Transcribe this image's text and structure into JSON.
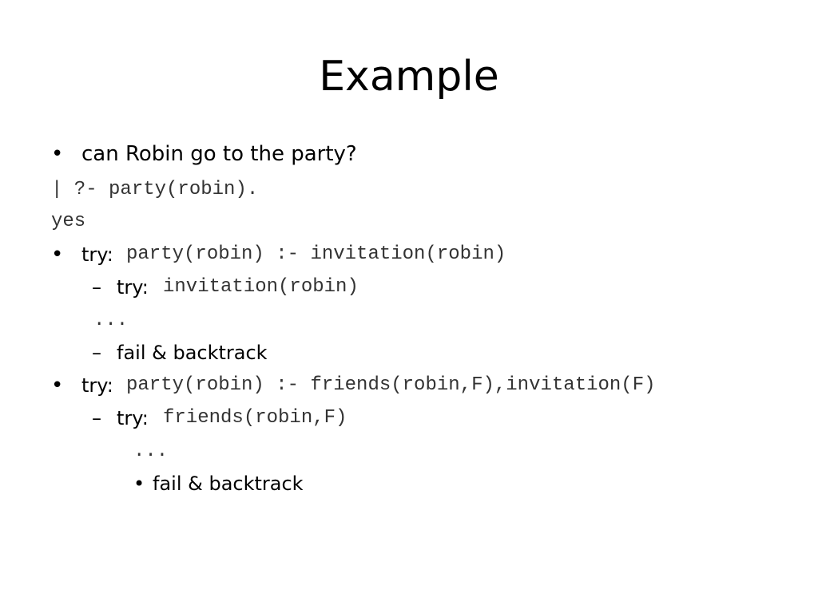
{
  "slide": {
    "title": "Example",
    "lines": [
      {
        "marker": "•",
        "text": "can Robin go to the party?"
      },
      {
        "code": "| ?- party(robin)."
      },
      {
        "code": "yes"
      },
      {
        "marker": "•",
        "label": "try:",
        "code": "party(robin) :- invitation(robin)"
      },
      {
        "marker": "–",
        "label": "try:",
        "code": "invitation(robin)"
      },
      {
        "code": "..."
      },
      {
        "marker": "–",
        "text": "fail & backtrack"
      },
      {
        "marker": "•",
        "label": "try:",
        "code": "party(robin) :- friends(robin,F),invitation(F)"
      },
      {
        "marker": "–",
        "label": "try:",
        "code": "friends(robin,F)"
      },
      {
        "code": "..."
      },
      {
        "marker": "•",
        "text": "fail & backtrack"
      }
    ]
  }
}
